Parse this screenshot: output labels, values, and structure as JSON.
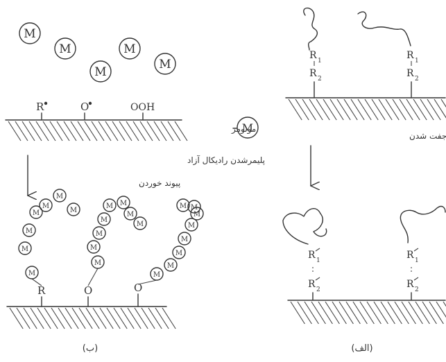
{
  "monomer_symbol": "M",
  "panel_b": {
    "top_sites": {
      "r": "R",
      "o": "O",
      "ooh": "OOH"
    },
    "bottom_sites": {
      "r": "R",
      "o1": "O",
      "o2": "O"
    },
    "process_line1": "پلیمرشدن رادیکال آزاد",
    "process_line2": "پیوند خوردن",
    "caption": "(ب)"
  },
  "legend": {
    "text": "مونومر"
  },
  "panel_a": {
    "top_groups": [
      {
        "r1": "R",
        "r1_sub": "1",
        "r2": "R",
        "r2_sub": "2"
      },
      {
        "r1": "R",
        "r1_sub": "1",
        "r2": "R",
        "r2_sub": "2"
      }
    ],
    "bottom_groups": [
      {
        "r1": "R",
        "r1_sub": "1",
        "r2": "R",
        "r2_sub": "2"
      },
      {
        "r1": "R",
        "r1_sub": "1",
        "r2": "R",
        "r2_sub": "2"
      }
    ],
    "process": "واکنش جفت شدن",
    "caption": "(الف)"
  }
}
